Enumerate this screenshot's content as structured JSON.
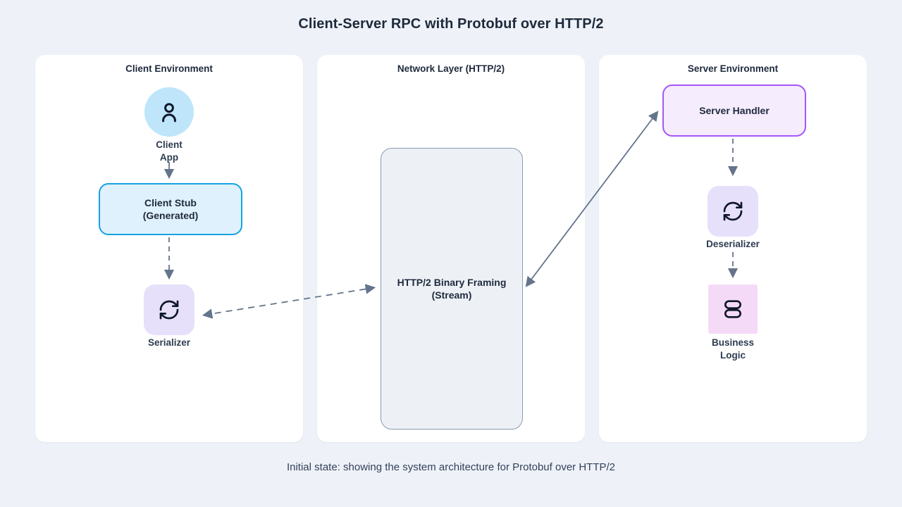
{
  "diagram": {
    "title": "Client-Server RPC with Protobuf over HTTP/2",
    "caption": "Initial state: showing the system architecture for Protobuf over HTTP/2"
  },
  "panels": {
    "client": {
      "title": "Client Environment"
    },
    "network": {
      "title": "Network Layer (HTTP/2)"
    },
    "server": {
      "title": "Server Environment"
    }
  },
  "nodes": {
    "client_app": {
      "label": "Client\nApp",
      "icon": "person-icon"
    },
    "client_stub": {
      "label": "Client Stub\n(Generated)"
    },
    "serializer": {
      "label": "Serializer",
      "icon": "sync-icon"
    },
    "network_stream": {
      "label": "HTTP/2 Binary Framing\n(Stream)"
    },
    "server_handler": {
      "label": "Server Handler"
    },
    "deserializer": {
      "label": "Deserializer",
      "icon": "sync-icon"
    },
    "business_logic": {
      "label": "Business\nLogic",
      "icon": "stack-icon"
    }
  },
  "connectors": [
    {
      "from": "client_app",
      "to": "client_stub",
      "style": "solid-arrow"
    },
    {
      "from": "client_stub",
      "to": "serializer",
      "style": "dashed-arrow"
    },
    {
      "from": "serializer",
      "to": "network_stream",
      "style": "dashed-double-arrow"
    },
    {
      "from": "network_stream",
      "to": "server_handler",
      "style": "solid-double-arrow"
    },
    {
      "from": "server_handler",
      "to": "deserializer",
      "style": "dashed-arrow"
    },
    {
      "from": "deserializer",
      "to": "business_logic",
      "style": "dashed-arrow"
    }
  ],
  "colors": {
    "page_background": "#eef2f8",
    "panel_background": "#ffffff",
    "title_text": "#1e293b",
    "client_app_fill": "#bee5fa",
    "client_stub_fill": "#dff1fc",
    "client_stub_border": "#16a3e0",
    "serializer_fill": "#e6e0fb",
    "network_box_fill": "#edf1f6",
    "network_box_border": "#8b9aaf",
    "server_handler_fill": "#f5ecfe",
    "server_handler_border": "#a855f7",
    "business_logic_fill": "#f5daf8",
    "connector": "#64748b",
    "icon_stroke": "#0f172a"
  }
}
